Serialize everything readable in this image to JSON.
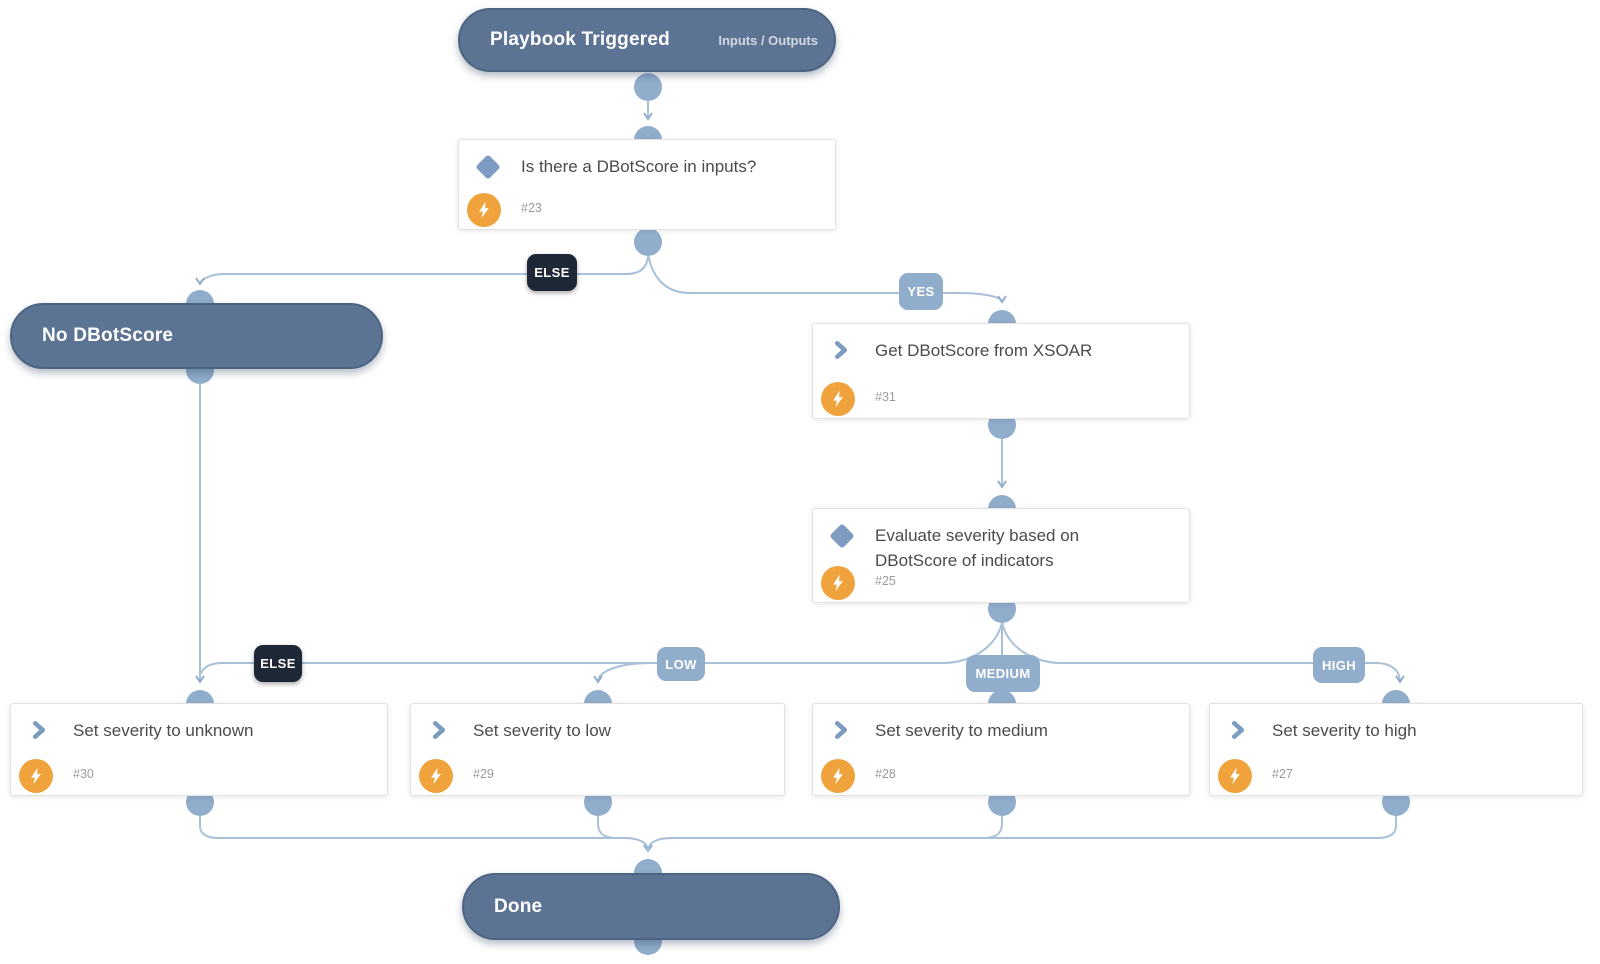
{
  "colors": {
    "section_fill": "#5c7393",
    "section_border": "#4d6583",
    "connector_dot": "#90adcb",
    "connector_line": "#a8c0d8",
    "badge_dark": "#1d2736",
    "badge_light": "#90adcc",
    "automation_orange": "#f0a33c",
    "icon_blue": "#7e9cc2",
    "title_text": "#4b4b4b",
    "number_text": "#9b9b9b"
  },
  "nodes": {
    "playbook_triggered": {
      "label": "Playbook Triggered",
      "io_link": "Inputs / Outputs"
    },
    "dbotscore_condition": {
      "label": "Is there a DBotScore in inputs?",
      "number": "#23"
    },
    "no_dbotscore": {
      "label": "No DBotScore"
    },
    "get_dbotscore": {
      "label": "Get DBotScore from XSOAR",
      "number": "#31"
    },
    "evaluate_severity": {
      "label": "Evaluate severity based on DBotScore of indicators",
      "number": "#25"
    },
    "set_unknown": {
      "label": "Set severity to unknown",
      "number": "#30"
    },
    "set_low": {
      "label": "Set severity to low",
      "number": "#29"
    },
    "set_medium": {
      "label": "Set severity to medium",
      "number": "#28"
    },
    "set_high": {
      "label": "Set severity to high",
      "number": "#27"
    },
    "done": {
      "label": "Done"
    }
  },
  "branch_labels": {
    "else_top": "ELSE",
    "yes": "YES",
    "else_bottom": "ELSE",
    "low": "LOW",
    "medium": "MEDIUM",
    "high": "HIGH"
  }
}
